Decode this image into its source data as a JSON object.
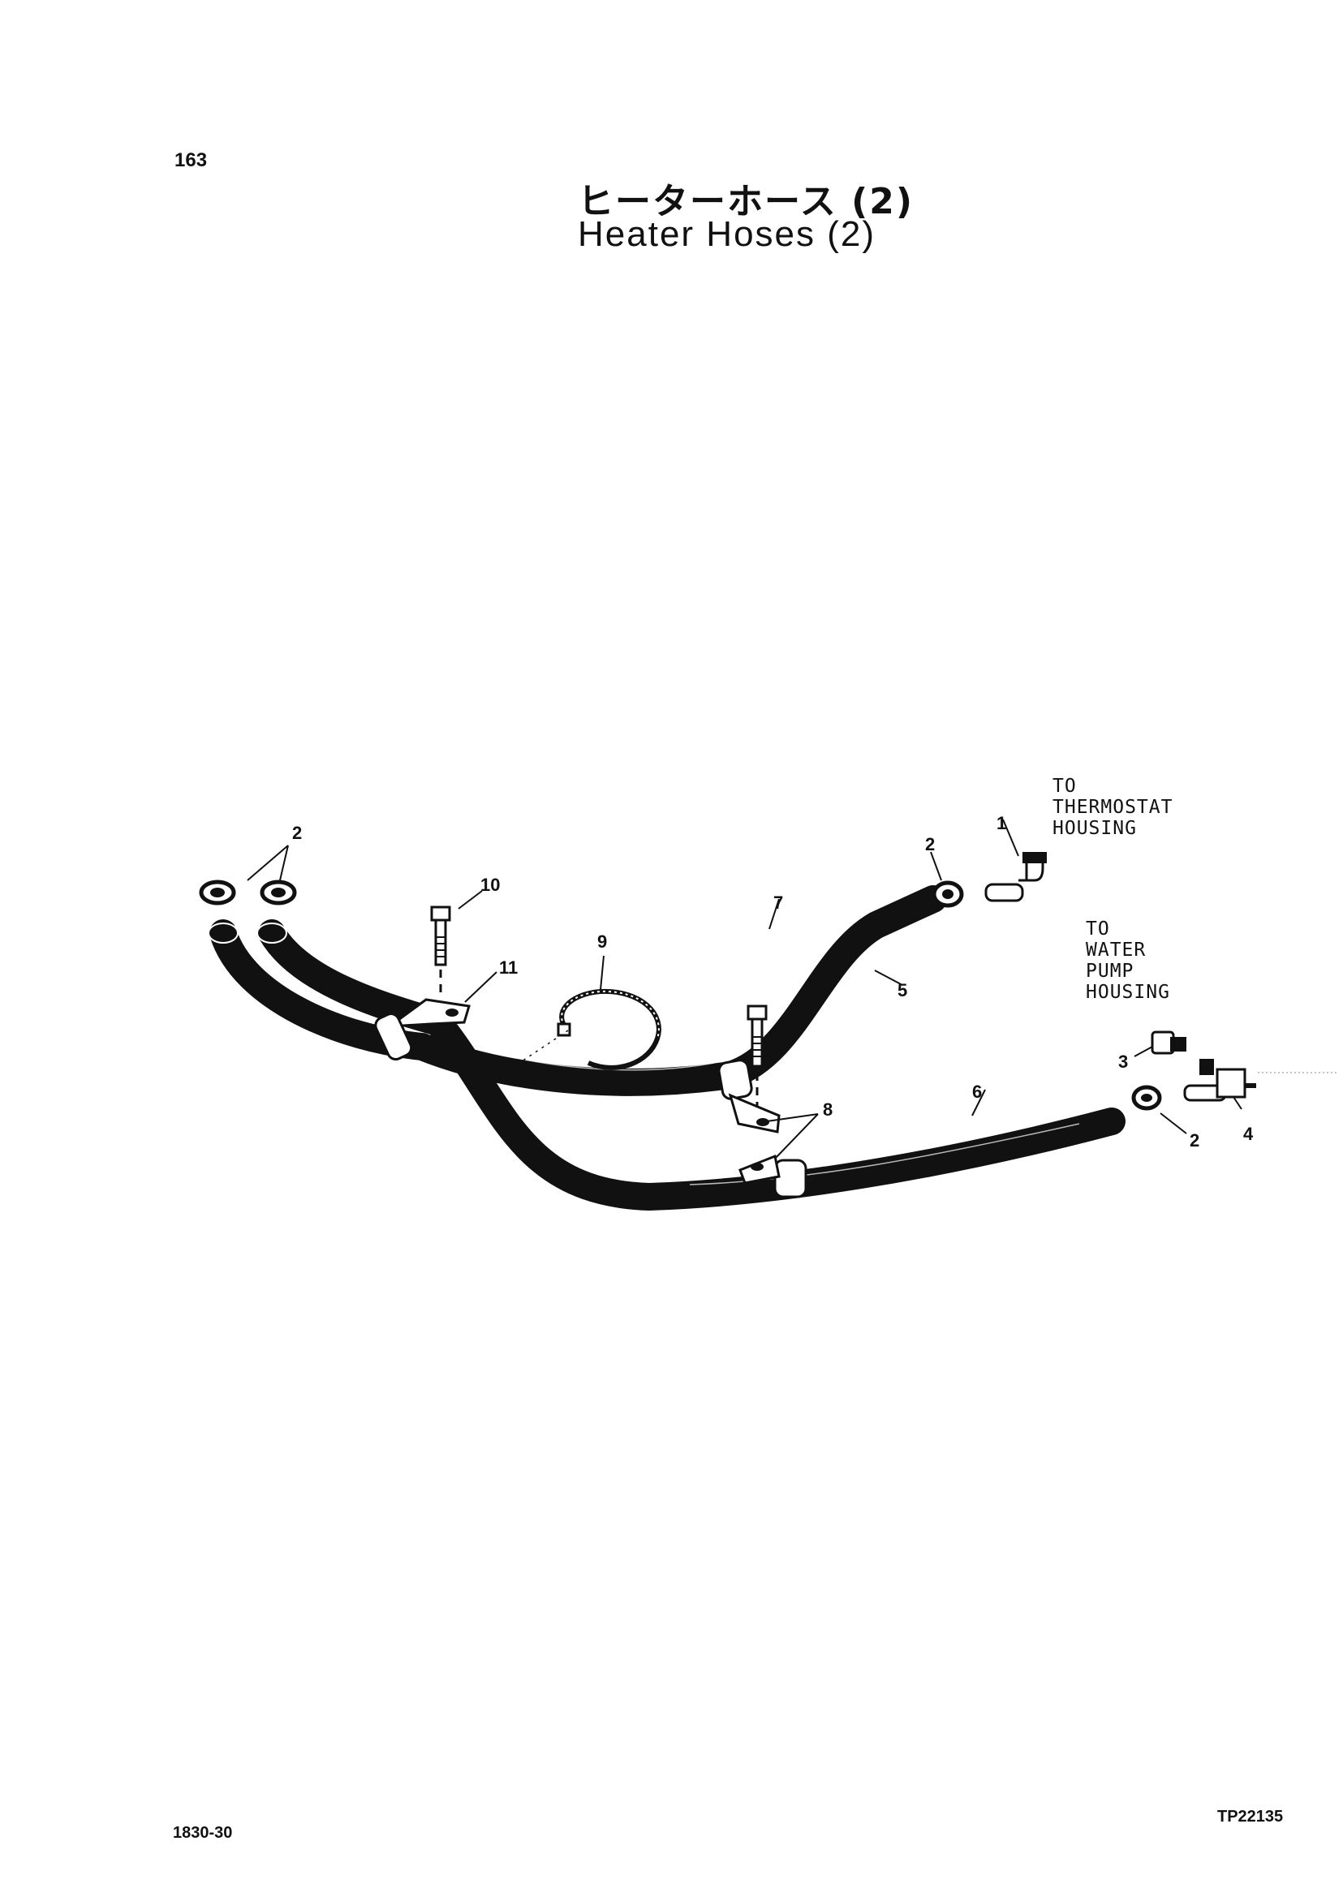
{
  "header": {
    "page_number": "163",
    "title_jp": "ヒーターホース (2)",
    "title_en": "Heater Hoses (2)"
  },
  "notes": {
    "thermostat": [
      "TO",
      "THERMOSTAT",
      "HOUSING"
    ],
    "water_pump": [
      "TO",
      "WATER",
      "PUMP",
      "HOUSING"
    ]
  },
  "callouts": {
    "c1": "1",
    "c2": "2",
    "c3": "3",
    "c4": "4",
    "c5": "5",
    "c6": "6",
    "c7": "7",
    "c8": "8",
    "c9": "9",
    "c10": "10",
    "c11": "11"
  },
  "footer": {
    "left_code": "1830-30",
    "right_code": "TP22135"
  }
}
